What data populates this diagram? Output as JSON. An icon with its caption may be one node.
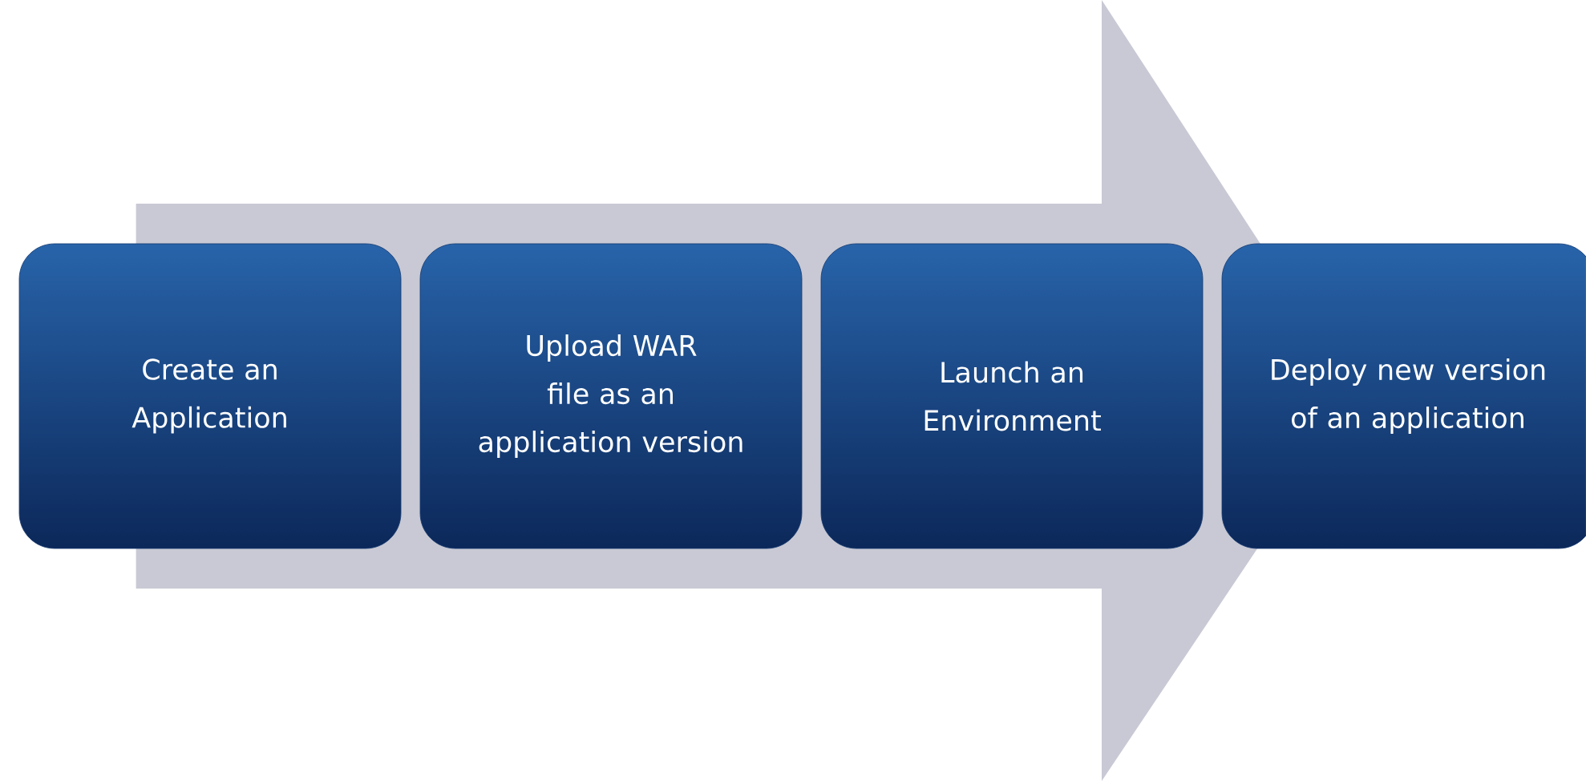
{
  "diagram": {
    "nodes": [
      {
        "text": [
          "Create an Application"
        ]
      },
      {
        "text": [
          "Upload WAR file as an application version"
        ]
      },
      {
        "text": [
          "Launch an Environment"
        ]
      },
      {
        "text": [
          "Deploy new version of an application"
        ]
      }
    ],
    "edges": [
      {
        "from": 0,
        "to": 3,
        "arrow": "to",
        "style": "thick"
      }
    ]
  }
}
